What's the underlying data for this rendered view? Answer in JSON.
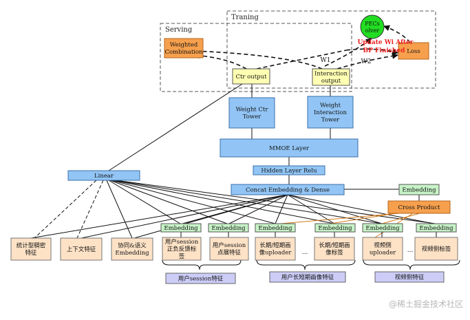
{
  "regions": {
    "training": "Traning",
    "serving": "Serving"
  },
  "nodes": {
    "pecs": [
      "PECs",
      "olver"
    ],
    "weighted_combination": [
      "Weighted",
      "Combination"
    ],
    "loss": [
      "Loss"
    ],
    "ctr_output": [
      "Ctr output"
    ],
    "interaction_output": [
      "Interaction",
      "output"
    ],
    "weight_ctr_tower": [
      "Weight Ctr",
      "Tower"
    ],
    "weight_interaction_tower": [
      "Weight",
      "Interaction",
      "Tower"
    ],
    "mmoe_layer": [
      "MMOE Layer"
    ],
    "hidden_layer": [
      "Hidden Layer Relu"
    ],
    "linear": [
      "Linear"
    ],
    "concat": [
      "Concat Embedding & Dense"
    ],
    "embedding_top": [
      "Embedding"
    ],
    "cross_product": [
      "Cross Product"
    ],
    "emb_session_1": [
      "Embedding"
    ],
    "emb_session_2": [
      "Embedding"
    ],
    "emb_profile_1": [
      "Embedding"
    ],
    "emb_profile_2": [
      "Embedding"
    ],
    "emb_video_1": [
      "Embedding"
    ],
    "emb_video_2": [
      "Embedding"
    ],
    "feat_stat": [
      "统计型稠密",
      "特征"
    ],
    "feat_context": [
      "上下文特征"
    ],
    "feat_collab": [
      "协同&语义",
      "Embedding"
    ],
    "feat_session_pos": [
      "用户session",
      "正负反馈标",
      "签"
    ],
    "feat_session_click": [
      "用户session",
      "点展特征"
    ],
    "feat_profile_uploader": [
      "长期/短期画",
      "像uploader"
    ],
    "feat_profile_tags": [
      "长期/短期画",
      "像标签"
    ],
    "feat_video_uploader": [
      "视频侧",
      "uploader"
    ],
    "feat_video_tags": [
      "视频侧标签"
    ],
    "group_session": [
      "用户session特征"
    ],
    "group_profile": [
      "用户长短期画像特征"
    ],
    "group_video": [
      "视频侧特征"
    ]
  },
  "edge_labels": {
    "update": [
      "Update Wi After",
      "BP Finished"
    ],
    "w1": "W1",
    "w2": "W2",
    "ellipsis_1": "...",
    "ellipsis_2": "..."
  },
  "watermark": "@稀土掘金技术社区",
  "colors": {
    "blue_fill": "#92c5f5",
    "blue_stroke": "#3a6ea8",
    "orange_fill": "#f6a04d",
    "orange_stroke": "#b5651d",
    "yellow_fill": "#ffffb3",
    "green_fill": "#c7f3c7",
    "green_circle": "#22dd22",
    "peach_fill": "#fde2c6",
    "lavender_fill": "#ccccf7",
    "red_text": "#ee2222"
  }
}
